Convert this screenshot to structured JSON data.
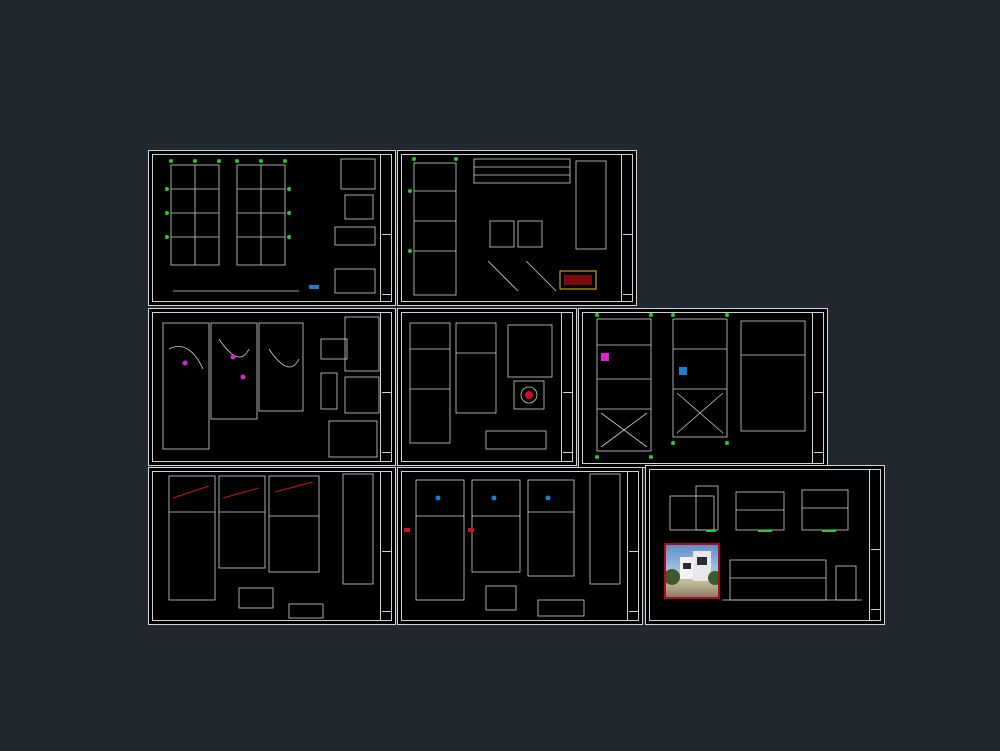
{
  "window": {
    "background": "#212830"
  },
  "drawing": {
    "layout_sheets": [
      {
        "id": "estructuras-cimentacion",
        "label": ""
      },
      {
        "id": "estructuras-detalles",
        "label": ""
      },
      {
        "id": "instalaciones-electricas",
        "label": ""
      },
      {
        "id": "instalaciones-sanitarias",
        "label": ""
      },
      {
        "id": "arquitectura-distribucion",
        "label": ""
      },
      {
        "id": "instalaciones-agua",
        "label": ""
      },
      {
        "id": "instalaciones-desague",
        "label": ""
      },
      {
        "id": "elevaciones-cortes",
        "label": ""
      }
    ],
    "colors": {
      "line": "#cfd3d6",
      "grid_marker": "#22cc33",
      "highlight_magenta": "#e020d8",
      "accent_red": "#d01020",
      "accent_blue": "#1a7fd0",
      "accent_yellow": "#e8c020",
      "photo_frame": "#b00a1a"
    },
    "rendering_thumbnail": {
      "icon": "house-render-icon"
    }
  }
}
